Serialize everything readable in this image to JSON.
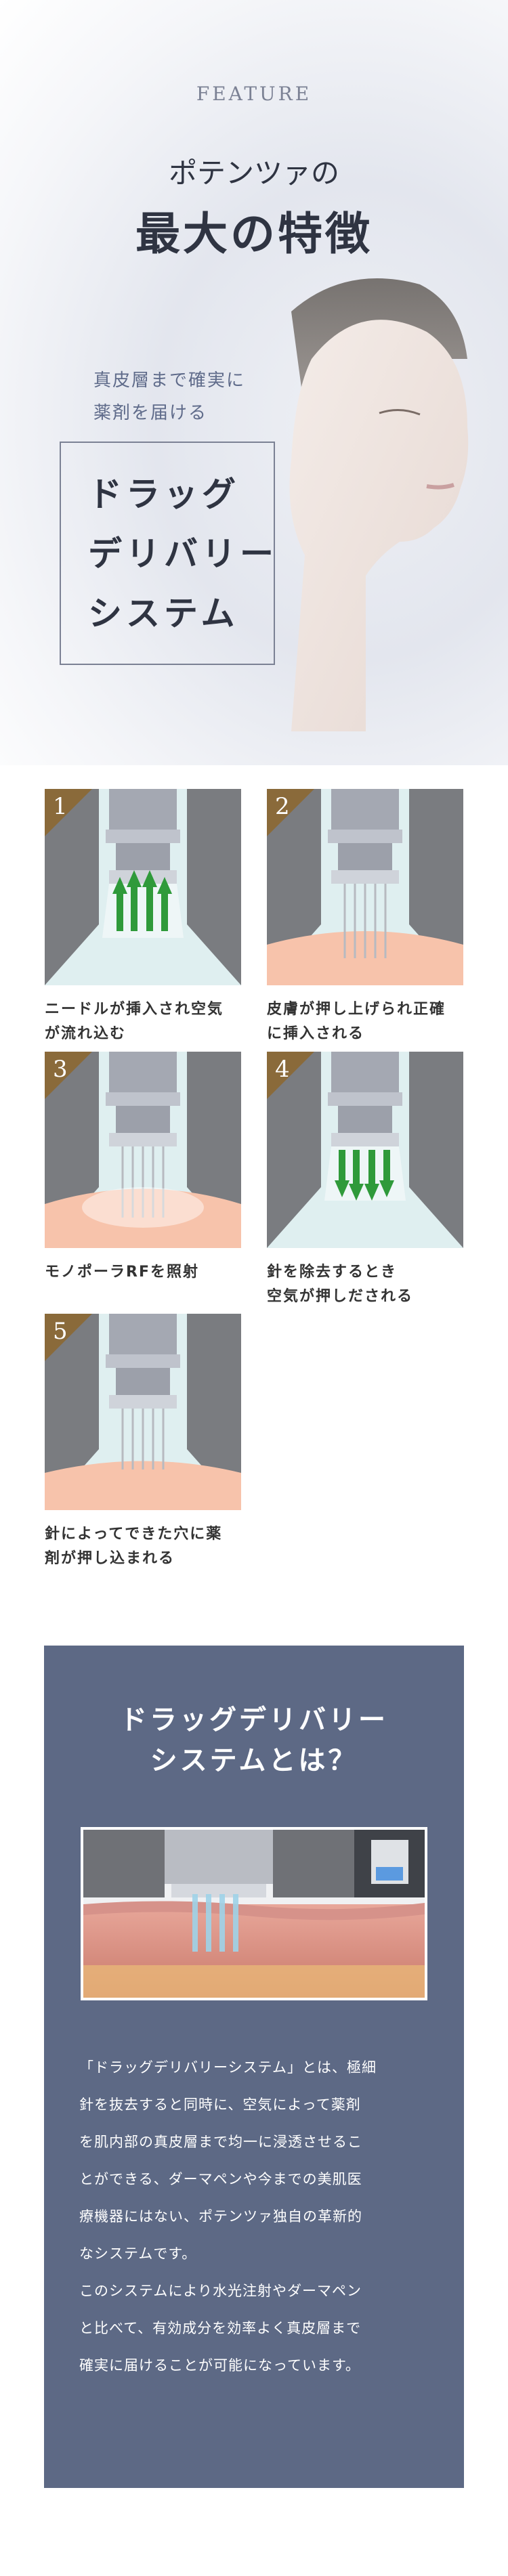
{
  "hero": {
    "feature_label": "FEATURE",
    "subtitle": "ポテンツァの",
    "title": "最大の特徴",
    "lead_lines": [
      "真皮層まで確実に",
      "薬剤を届ける"
    ],
    "system_lines": [
      "ドラッグ",
      "デリバリー",
      "システム"
    ]
  },
  "steps": [
    {
      "number": "1",
      "caption_lines": [
        "ニードルが挿入され空気",
        "が流れ込む"
      ]
    },
    {
      "number": "2",
      "caption_lines": [
        "皮膚が押し上げられ正確",
        "に挿入される"
      ]
    },
    {
      "number": "3",
      "caption_lines": [
        "モノポーラRFを照射"
      ]
    },
    {
      "number": "4",
      "caption_lines": [
        "針を除去するとき",
        "空気が押しだされる"
      ]
    },
    {
      "number": "5",
      "caption_lines": [
        "針によってできた穴に薬",
        "剤が押し込まれる"
      ]
    }
  ],
  "drug_section": {
    "title_lines": [
      "ドラッグデリバリー",
      "システムとは？"
    ],
    "body_lines": [
      "「ドラッグデリバリーシステム」とは、極細",
      "針を抜去すると同時に、空気によって薬剤",
      "を肌内部の真皮層まで均一に浸透させるこ",
      "とができる、ダーマペンや今までの美肌医",
      "療機器にはない、ポテンツァ独自の革新的",
      "なシステムです。",
      "このシステムにより水光注射やダーマペン",
      "と比べて、有効成分を効率よく真皮層まで",
      "確実に届けることが可能になっています。"
    ]
  },
  "colors": {
    "accent_navy": "#5d6985",
    "badge_brown": "#8a6a3a",
    "skin": "#f7c3ab",
    "arrow_green": "#2f9a3a"
  }
}
